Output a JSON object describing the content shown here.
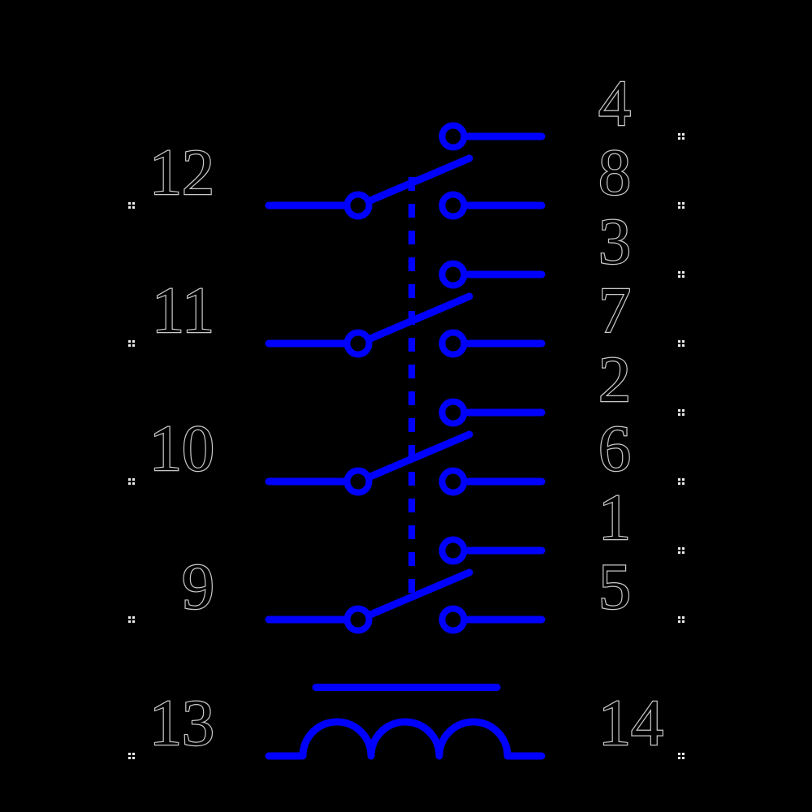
{
  "diagram": {
    "kind": "relay-schematic-4pdt",
    "colors": {
      "background": "#000000",
      "wire": "#0000ff",
      "label_fill": "#000000",
      "label_outline": "#c9c9c9",
      "fiducial": "#ececec"
    },
    "poles": [
      {
        "name": "pole-1",
        "common_pin": "12",
        "upper_pin": "4",
        "lower_pin": "8"
      },
      {
        "name": "pole-2",
        "common_pin": "11",
        "upper_pin": "3",
        "lower_pin": "7"
      },
      {
        "name": "pole-3",
        "common_pin": "10",
        "upper_pin": "2",
        "lower_pin": "6"
      },
      {
        "name": "pole-4",
        "common_pin": "9",
        "upper_pin": "1",
        "lower_pin": "5"
      }
    ],
    "coil": {
      "left_pin": "13",
      "right_pin": "14"
    }
  }
}
